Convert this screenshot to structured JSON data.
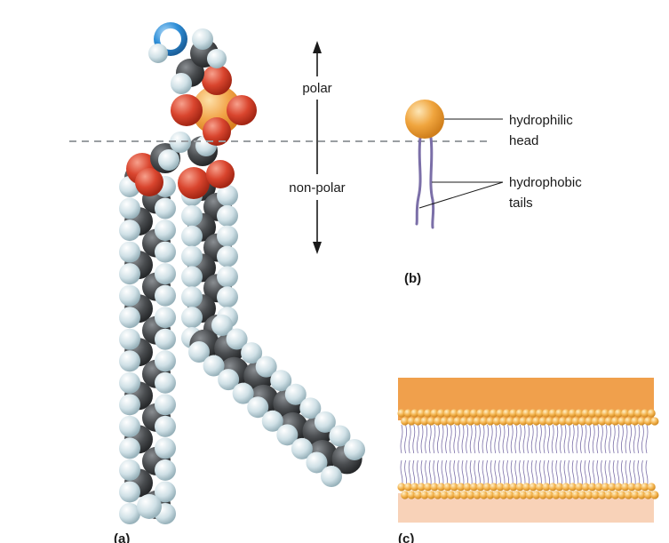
{
  "labels": {
    "polar": "polar",
    "nonpolar": "non-polar",
    "hydrophilic_line1": "hydrophilic",
    "hydrophilic_line2": "head",
    "hydrophobic_line1": "hydrophobic",
    "hydrophobic_line2": "tails"
  },
  "panels": {
    "a": "(a)",
    "b": "(b)",
    "c": "(c)"
  },
  "colors": {
    "carbon": "#4a4d50",
    "hydrogen": "#cfe0e6",
    "oxygen": "#d9452e",
    "phosphorus": "#f2a54a",
    "nitrogen": "#2f8fd8",
    "head_ball": "#f0a53e",
    "tail_line": "#7b6fa8",
    "membrane_top": "#f0a04c",
    "membrane_bottom": "#f8d2b8",
    "dashed_line": "#9a9ea2"
  }
}
